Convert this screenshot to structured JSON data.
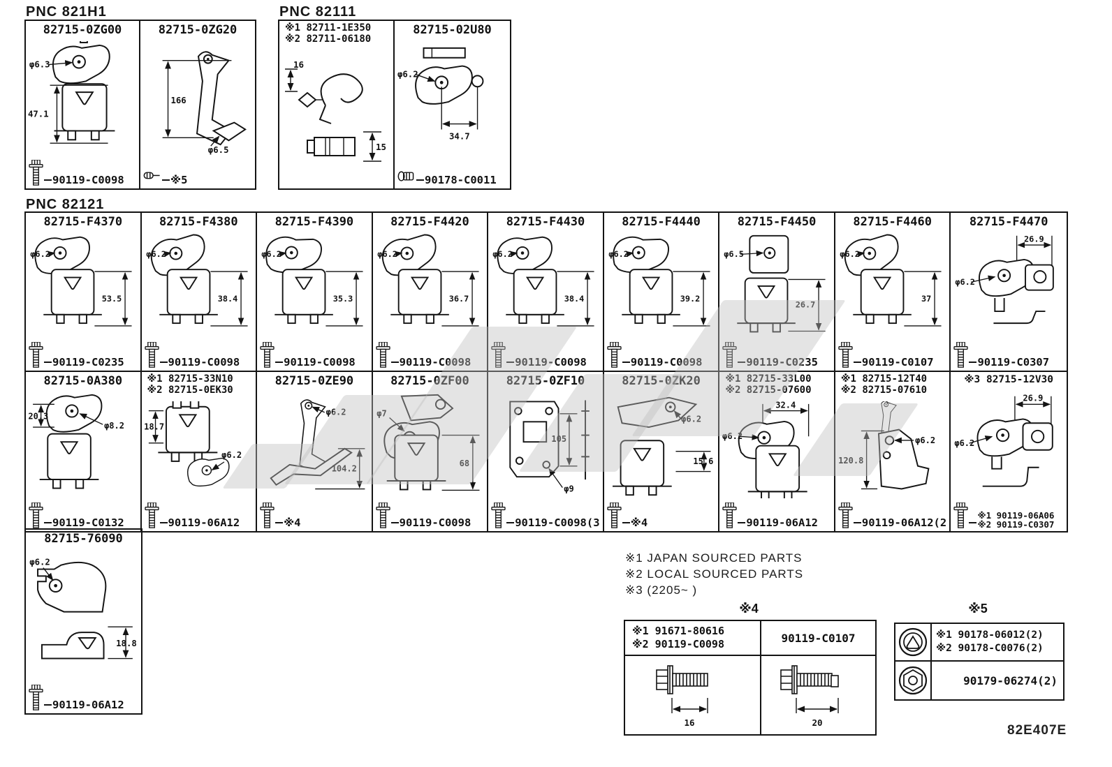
{
  "t1": {
    "label": "PNC 821H1",
    "c1": {
      "part": "82715-0ZG00",
      "phi": "φ6.3",
      "dim": "47.1",
      "fast": "90119-C0098"
    },
    "c2": {
      "part": "82715-0ZG20",
      "dim": "166",
      "phi": "φ6.5",
      "fast": "※5"
    }
  },
  "t2": {
    "label": "PNC 82111",
    "c1": {
      "part1": "※1 82711-1E350",
      "part2": "※2 82711-06180",
      "dimA": "16",
      "dimB": "15"
    },
    "c2": {
      "part": "82715-02U80",
      "phi": "φ6.2",
      "dim": "34.7",
      "fast": "90178-C0011"
    }
  },
  "g": {
    "label": "PNC 82121"
  },
  "row1": [
    {
      "part": "82715-F4370",
      "phi": "φ6.2",
      "dim": "53.5",
      "fast": "90119-C0235"
    },
    {
      "part": "82715-F4380",
      "phi": "φ6.2",
      "dim": "38.4",
      "fast": "90119-C0098"
    },
    {
      "part": "82715-F4390",
      "phi": "φ6.2",
      "dim": "35.3",
      "fast": "90119-C0098"
    },
    {
      "part": "82715-F4420",
      "phi": "φ6.2",
      "dim": "36.7",
      "fast": "90119-C0098"
    },
    {
      "part": "82715-F4430",
      "phi": "φ6.2",
      "dim": "38.4",
      "fast": "90119-C0098"
    },
    {
      "part": "82715-F4440",
      "phi": "φ6.2",
      "dim": "39.2",
      "fast": "90119-C0098"
    },
    {
      "part": "82715-F4450",
      "phi": "φ6.5",
      "dim": "26.7",
      "fast": "90119-C0235"
    },
    {
      "part": "82715-F4460",
      "phi": "φ6.2",
      "dim": "37",
      "fast": "90119-C0107"
    },
    {
      "part": "82715-F4470",
      "phi": "φ6.2",
      "dim2": "26.9",
      "fast": "90119-C0307"
    }
  ],
  "row2": [
    {
      "part": "82715-0A380",
      "phi": "φ8.2",
      "dim": "20.3",
      "fast": "90119-C0132"
    },
    {
      "part1": "※1 82715-33N10",
      "part2": "※2 82715-0EK30",
      "phi": "φ6.2",
      "dim": "18.7",
      "fast": "90119-06A12"
    },
    {
      "part": "82715-0ZE90",
      "phi": "φ6.2",
      "dim": "104.2",
      "fast": "※4"
    },
    {
      "part": "82715-0ZF00",
      "phi": "φ7",
      "dim": "68",
      "fast": "90119-C0098"
    },
    {
      "part": "82715-0ZF10",
      "phi": "φ9",
      "dim": "105",
      "fast": "90119-C0098(3"
    },
    {
      "part": "82715-0ZK20",
      "phi": "φ6.2",
      "dim": "15.6",
      "fast": "※4"
    },
    {
      "part1": "※1 82715-33L00",
      "part2": "※2 82715-07600",
      "phi": "φ6.2",
      "dim2": "32.4",
      "fast": "90119-06A12"
    },
    {
      "part1": "※1 82715-12T40",
      "part2": "※2 82715-07610",
      "phi": "φ6.2",
      "dim": "120.8",
      "fast": "90119-06A12(2"
    },
    {
      "part": "※3 82715-12V30",
      "phi": "φ6.2",
      "dim2": "26.9",
      "fast1": "※1 90119-06A06",
      "fast2": "※2 90119-C0307"
    }
  ],
  "b": {
    "part": "82715-76090",
    "phi": "φ6.2",
    "dim": "18.8",
    "fast": "90119-06A12"
  },
  "legend": {
    "l1": "※1 JAPAN SOURCED PARTS",
    "l2": "※2 LOCAL SOURCED PARTS",
    "l3": "※3 (2205~        )"
  },
  "t4": {
    "label": "※4",
    "h1a": "※1 91671-80616",
    "h1b": "※2 90119-C0098",
    "h2": "90119-C0107",
    "d1": "16",
    "d2": "20"
  },
  "t5": {
    "label": "※5",
    "r1a": "※1 90178-06012(2)",
    "r1b": "※2 90178-C0076(2)",
    "r2": "90179-06274(2)"
  },
  "code": "82E407E"
}
